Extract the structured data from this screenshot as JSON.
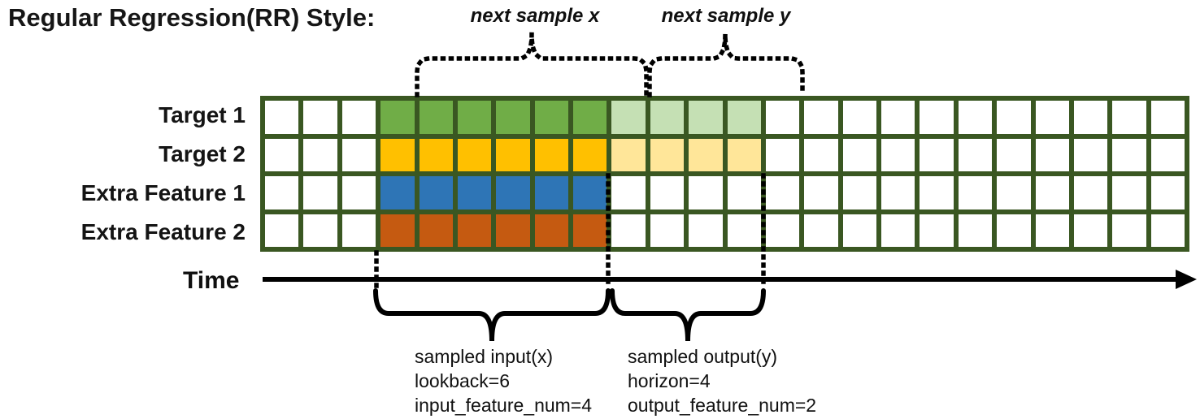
{
  "title": "Regular Regression(RR) Style:",
  "time_axis": {
    "label": "Time"
  },
  "top_annotations": [
    {
      "label": "next sample x"
    },
    {
      "label": "next sample y"
    }
  ],
  "bottom_annotations": {
    "input": {
      "lines": [
        "sampled input(x)",
        "lookback=6",
        "input_feature_num=4"
      ]
    },
    "output": {
      "lines": [
        "sampled output(y)",
        "horizon=4",
        "output_feature_num=2"
      ]
    }
  },
  "grid": {
    "num_columns": 24,
    "border_color": "#3A5722",
    "cell_color": "#FFFFFF",
    "rows": [
      {
        "label": "Target 1",
        "segments": [
          {
            "start": 4,
            "end": 9,
            "color": "#70AD47",
            "meaning": "lookback input"
          },
          {
            "start": 10,
            "end": 13,
            "color": "#C5E0B4",
            "meaning": "horizon output"
          }
        ]
      },
      {
        "label": "Target 2",
        "segments": [
          {
            "start": 4,
            "end": 9,
            "color": "#FFC000",
            "meaning": "lookback input"
          },
          {
            "start": 10,
            "end": 13,
            "color": "#FFE699",
            "meaning": "horizon output"
          }
        ]
      },
      {
        "label": "Extra Feature 1",
        "segments": [
          {
            "start": 4,
            "end": 9,
            "color": "#2E75B6",
            "meaning": "lookback input"
          }
        ]
      },
      {
        "label": "Extra Feature 2",
        "segments": [
          {
            "start": 4,
            "end": 9,
            "color": "#C55A11",
            "meaning": "lookback input"
          }
        ]
      }
    ]
  },
  "line_color": "#000000"
}
